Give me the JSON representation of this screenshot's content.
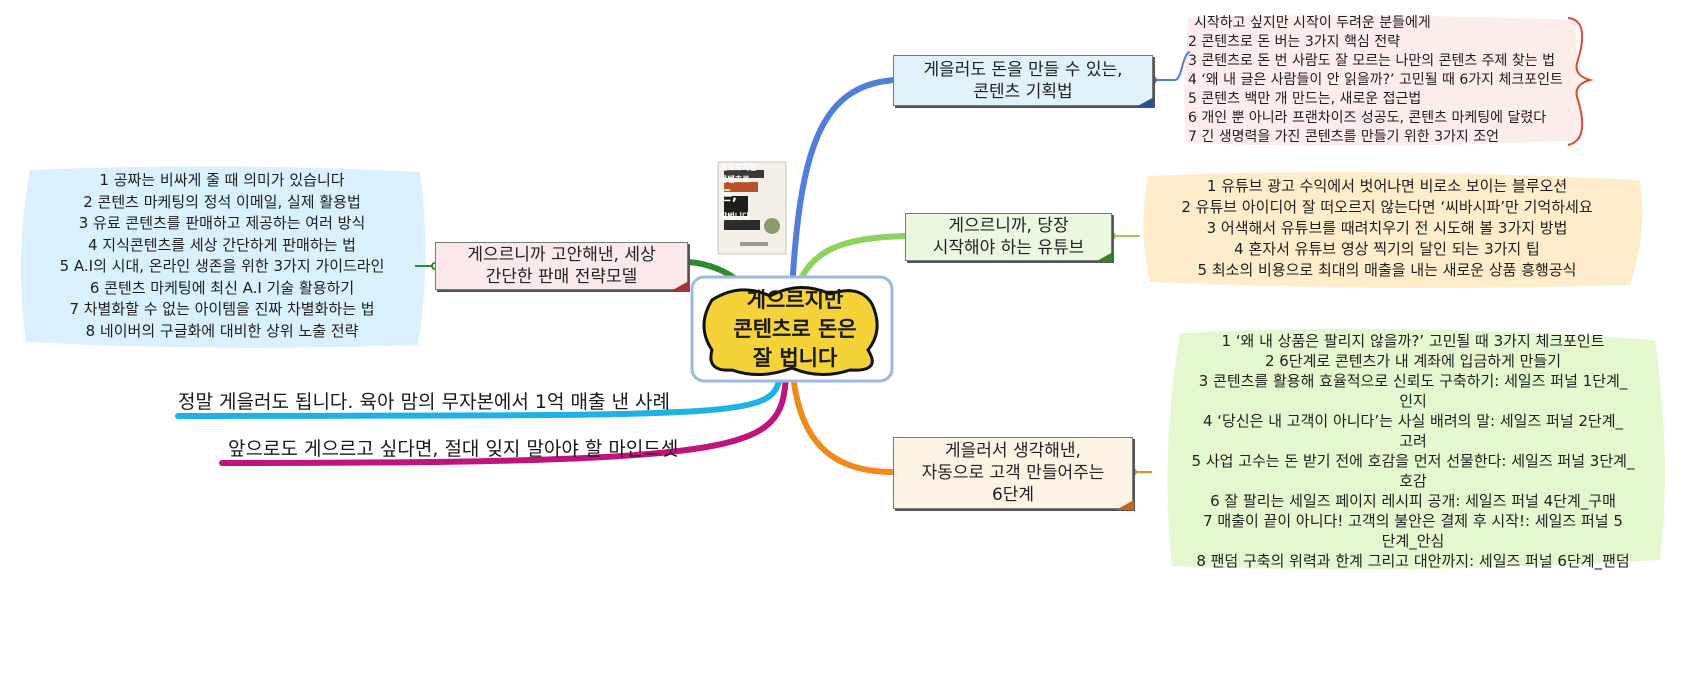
{
  "center": {
    "title_lines": [
      "게으르지만",
      "콘텐츠로 돈은",
      "잘 법니다"
    ]
  },
  "book_cover": {
    "title_lines": [
      "게으르지만",
      "콘텐츠로",
      "돈,",
      "잘법니다"
    ]
  },
  "branches": {
    "planning": {
      "title_lines": [
        "게을러도 돈을 만들 수 있는,",
        "콘텐츠 기획법"
      ],
      "color": "#4f7fd8",
      "items": [
        "시작하고 싶지만 시작이 두려운 분들에게",
        "2 콘텐츠로 돈 버는 3가지 핵심 전략",
        "3 콘텐츠로 돈 번 사람도 잘 모르는 나만의 콘텐츠 주제 찾는 법",
        "4 ‘왜 내 글은 사람들이 안 읽을까?’ 고민될 때 6가지 체크포인트",
        "5 콘텐츠 백만 개 만드는, 새로운 접근법",
        "6 개인 뿐 아니라 프랜차이즈 성공도, 콘텐츠 마케팅에 달렸다",
        "7 긴 생명력을 가진 콘텐츠를 만들기 위한 3가지 조언"
      ]
    },
    "youtube": {
      "title_lines": [
        "게으르니까, 당장",
        "시작해야 하는 유튜브"
      ],
      "color": "#8dd25a",
      "items": [
        "1 유튜브 광고 수익에서 벗어나면 비로소 보이는 블루오션",
        "2 유튜브 아이디어 잘 떠오르지 않는다면 ‘씨바시파’만 기억하세요",
        "3 어색해서 유튜브를 때려치우기 전 시도해 볼 3가지 방법",
        "4 혼자서 유튜브 영상 찍기의 달인 되는 3가지 팁",
        "5 최소의 비용으로 최대의 매출을 내는 새로운 상품 흥행공식"
      ]
    },
    "funnel": {
      "title_lines": [
        "게을러서 생각해낸,",
        "자동으로 고객 만들어주는",
        "6단계"
      ],
      "color": "#f08a1c",
      "items": [
        "1 ‘왜 내 상품은 팔리지 않을까?’ 고민될 때 3가지 체크포인트",
        "2 6단계로 콘텐츠가 내 계좌에 입금하게 만들기",
        "3 콘텐츠를 활용해 효율적으로 신뢰도 구축하기: 세일즈 퍼널 1단계_",
        "인지",
        "4 ‘당신은 내 고객이 아니다’는 사실 배려의 말: 세일즈 퍼널 2단계_",
        "고려",
        "5 사업 고수는 돈 받기 전에 호감을 먼저 선물한다: 세일즈 퍼널 3단계_",
        "호감",
        "6 잘 팔리는 세일즈 페이지 레시피 공개: 세일즈 퍼널 4단계_구매",
        "7 매출이 끝이 아니다! 고객의 불안은 결제 후 시작!: 세일즈 퍼널 5",
        "단계_안심",
        "8 팬덤 구축의 위력과 한계 그리고 대안까지: 세일즈 퍼널 6단계_팬덤"
      ]
    },
    "sales_model": {
      "title_lines": [
        "게으르니까 고안해낸, 세상",
        "간단한 판매 전략모델"
      ],
      "color": "#2e8b2e",
      "items": [
        "1 공짜는 비싸게 줄 때 의미가 있습니다",
        "2 콘텐츠 마케팅의 정석 이메일, 실제 활용법",
        "3 유료 콘텐츠를 판매하고 제공하는 여러 방식",
        "4 지식콘텐츠를 세상 간단하게 판매하는 법",
        "5 A.I의 시대, 온라인 생존을 위한 3가지 가이드라인",
        "6 콘텐츠 마케팅에 최신 A.I 기술 활용하기",
        "7 차별화할 수 없는 아이템을 진짜 차별화하는 법",
        "8 네이버의 구글화에 대비한 상위 노출 전략"
      ]
    },
    "case_study": {
      "title": "정말 게을러도 됩니다. 육아 맘의 무자본에서 1억 매출 낸 사례",
      "color": "#1fb0e8"
    },
    "mindset": {
      "title": "앞으로도 게으르고 싶다면, 절대 잊지 말아야 할 마인드셋",
      "color": "#c0137e"
    }
  },
  "colors": {
    "center_fill": "#f4d23a",
    "center_border": "#9bb7e6",
    "planning_node_fill": "#dff1fb",
    "youtube_node_fill": "#eaf8e0",
    "funnel_node_fill": "#fdf3e3",
    "sales_node_fill": "#fbe9ea",
    "planning_highlight": "#f9dcd8",
    "youtube_highlight": "#fde0a8",
    "funnel_highlight": "#cdf2a8",
    "sales_highlight": "#bfe6fb"
  }
}
